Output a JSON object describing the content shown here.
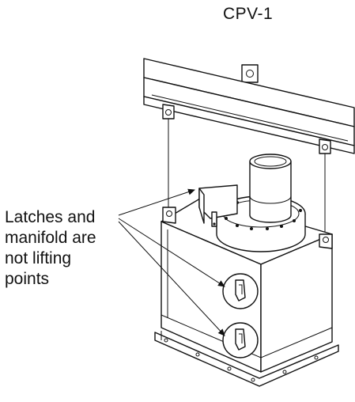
{
  "diagram": {
    "unit_label": "CPV-1",
    "callout_lines": [
      "Latches and",
      "manifold are",
      "not lifting",
      "points"
    ]
  },
  "colors": {
    "line": "#111111",
    "background": "#ffffff"
  }
}
